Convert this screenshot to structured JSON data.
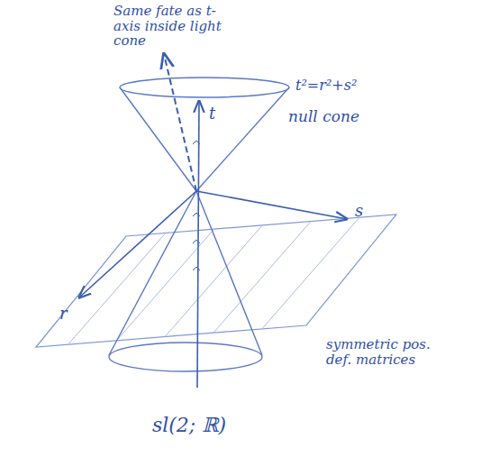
{
  "diagram": {
    "caption": "sl(2; ℝ)",
    "labels": [
      "Same fate as t-axis inside light cone",
      "t",
      "t²=r²+s²",
      "null cone",
      "s",
      "r",
      "symmetric pos. def. matrices"
    ]
  }
}
